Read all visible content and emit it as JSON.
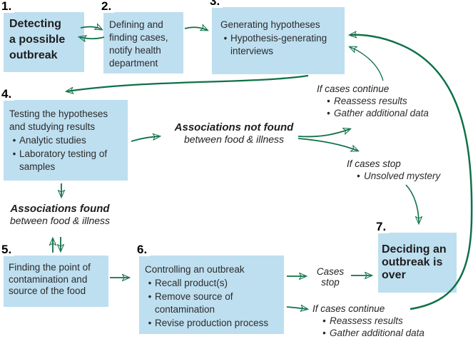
{
  "bullet_char": "•",
  "colors": {
    "box_fill": "#bedff0",
    "arrow_green": "#0f7148",
    "text": "#2b2b2b"
  },
  "boxes": {
    "b1": {
      "number": "1.",
      "lines": [
        "Detecting",
        "a possible",
        "outbreak"
      ]
    },
    "b2": {
      "number": "2.",
      "lines": [
        "Defining and",
        "finding cases,",
        "notify health",
        "department"
      ]
    },
    "b3": {
      "number": "3.",
      "title": "Generating hypotheses",
      "bullets": [
        "Hypothesis-generating interviews"
      ]
    },
    "b4": {
      "number": "4.",
      "title": "Testing the hypotheses and studying results",
      "bullets": [
        "Analytic studies",
        "Laboratory testing of samples"
      ]
    },
    "b5": {
      "number": "5.",
      "lines": [
        "Finding the point of",
        "contamination and",
        "source of the food"
      ]
    },
    "b6": {
      "number": "6.",
      "title": "Controlling an outbreak",
      "bullets": [
        "Recall product(s)",
        "Remove source of contamination",
        "Revise production process"
      ]
    },
    "b7": {
      "number": "7.",
      "lines": [
        "Deciding an",
        "outbreak is",
        "over"
      ]
    }
  },
  "annotations": {
    "assoc_not_found": {
      "title": "Associations not found",
      "subtitle": "between food & illness"
    },
    "if_continue_top": {
      "title": "If cases continue",
      "bullets": [
        "Reassess results",
        "Gather additional data"
      ]
    },
    "if_stop": {
      "title": "If cases stop",
      "bullets": [
        "Unsolved mystery"
      ]
    },
    "assoc_found": {
      "title": "Associations found",
      "subtitle": "between food & illness"
    },
    "cases_stop": {
      "lines": [
        "Cases",
        "stop"
      ]
    },
    "if_continue_bottom": {
      "title": "If cases continue",
      "bullets": [
        "Reassess results",
        "Gather additional data"
      ]
    }
  }
}
